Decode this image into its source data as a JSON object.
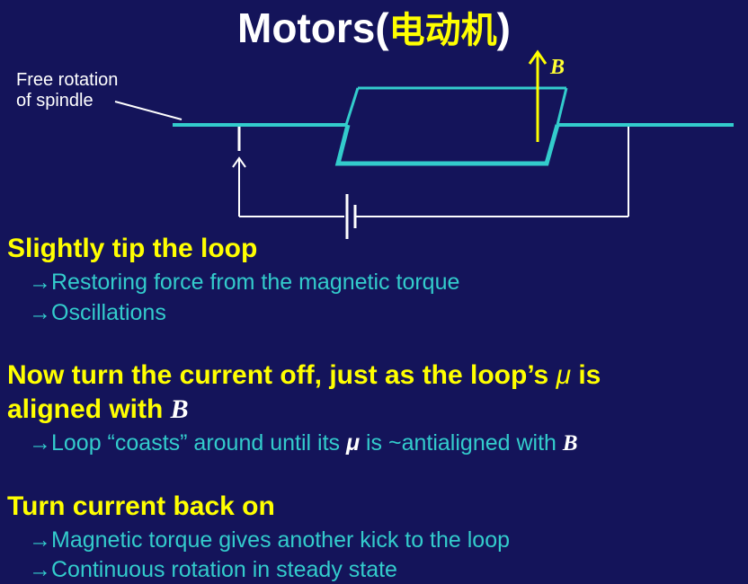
{
  "title": {
    "text": "Motors(",
    "chinese": "电动机",
    "close": ")"
  },
  "diagram": {
    "spindle_label_line1": "Free rotation",
    "spindle_label_line2": "of spindle",
    "field_label": "B"
  },
  "sections": [
    {
      "heading": "Slightly tip the loop",
      "bullets": [
        "Restoring force from the magnetic torque",
        "Oscillations"
      ]
    },
    {
      "heading_part1": "Now turn the current off, just as the loop’s ",
      "heading_mu": "μ",
      "heading_part2": " is",
      "heading_line2": "aligned with ",
      "heading_B": "B",
      "bullet_part1": "Loop “coasts” around until its ",
      "bullet_mu": "μ",
      "bullet_part2": " is ~antialigned with ",
      "bullet_B": "B"
    },
    {
      "heading": "Turn current back on",
      "bullets": [
        "Magnetic torque gives another kick to the loop",
        "Continuous rotation in steady state"
      ]
    }
  ],
  "arrow_glyph": "→",
  "colors": {
    "background": "#14145a",
    "heading": "#ffff00",
    "bullet": "#33cccc",
    "wire": "#ffffff",
    "loop": "#33cccc",
    "field_arrow": "#ffff00"
  }
}
